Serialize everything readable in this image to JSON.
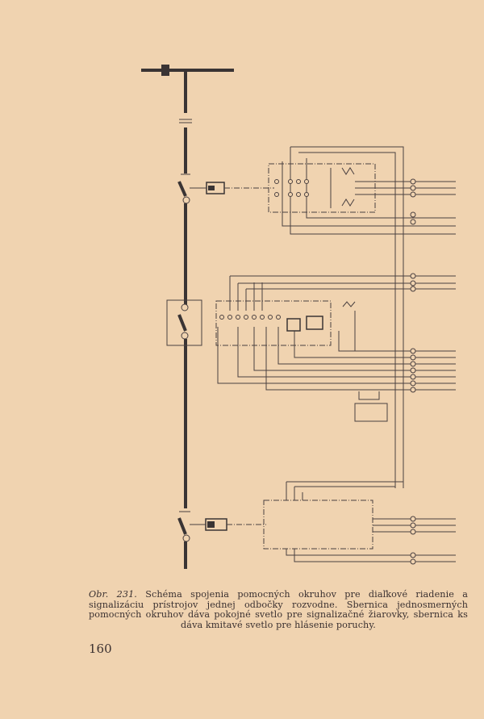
{
  "caption": {
    "figure_label": "Obr. 231.",
    "text": "Schéma spojenia pomocných okruhov pre diaľkové riadenie a signalizáciu prístrojov jednej odbočky rozvodne. Sbernica jednosmerných pomocných okruhov dáva pokojné svetlo pre signalizačné žiarovky, sbernica ks dáva kmitavé svetlo pre hlásenie poruchy."
  },
  "page_number": "160"
}
